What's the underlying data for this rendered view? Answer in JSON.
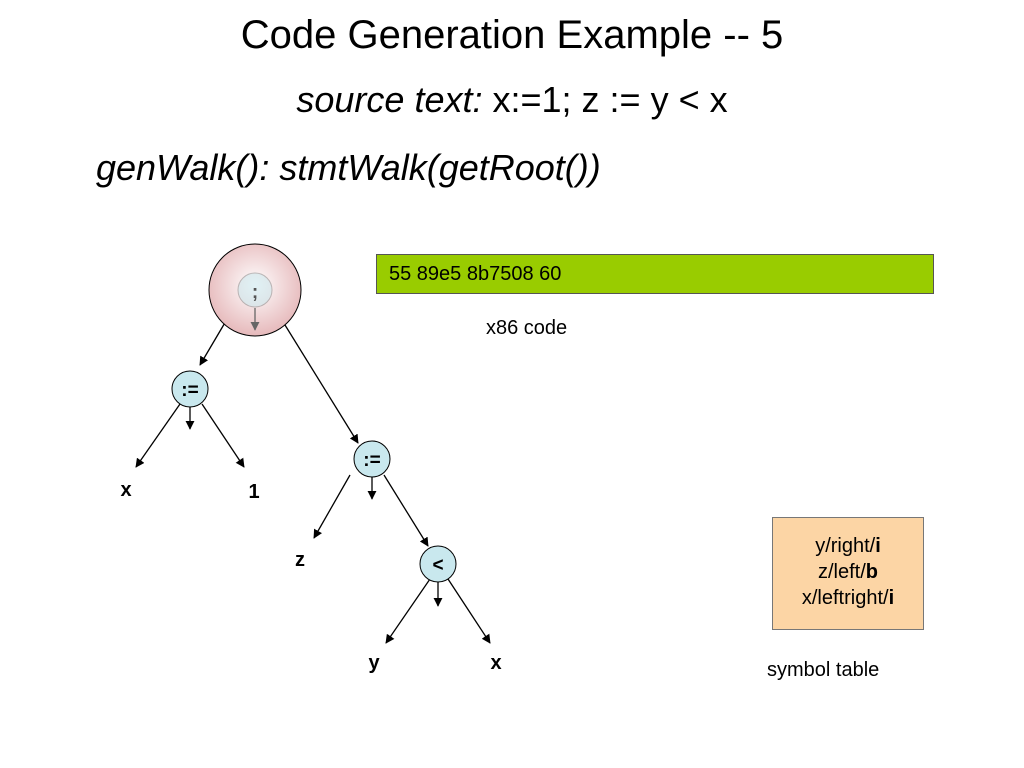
{
  "title": "Code Generation Example -- 5",
  "source": {
    "label": "source text:",
    "text": " x:=1; z := y < x"
  },
  "walk": "genWalk(): stmtWalk(getRoot())",
  "code": {
    "bytes": "55 89e5 8b7508 60",
    "caption": "x86 code"
  },
  "tree": {
    "root": ";",
    "assign1": ":=",
    "x1": "x",
    "one": "1",
    "assign2": ":=",
    "z": "z",
    "lt": "<",
    "y": "y",
    "x2": "x"
  },
  "symbol_table": {
    "rows": [
      {
        "name": "y/right/",
        "flag": "i"
      },
      {
        "name": "z/left/",
        "flag": "b"
      },
      {
        "name": "x/leftright/",
        "flag": "i"
      }
    ],
    "caption": "symbol table"
  },
  "colors": {
    "code_box": "#99cc00",
    "symbol_table": "#fcd5a5",
    "node_fill": "#c9e8ee",
    "root_highlight": "#e6b9bb"
  }
}
